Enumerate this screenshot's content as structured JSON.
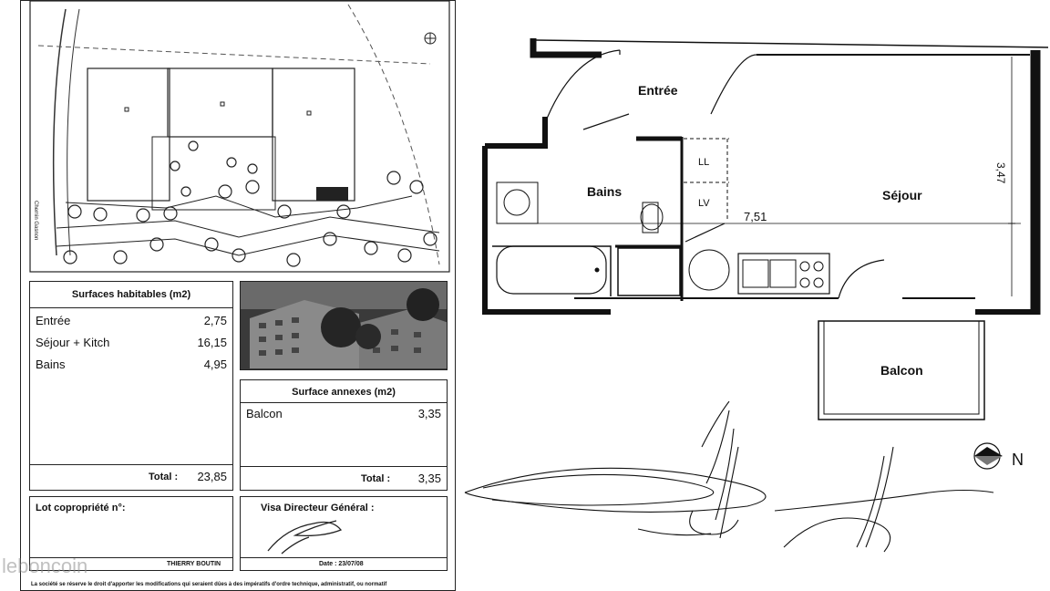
{
  "site_plan": {
    "road_label": "Chemin Gasnon"
  },
  "surfaces_habitables": {
    "title": "Surfaces habitables (m2)",
    "rows": [
      {
        "label": "Entrée",
        "value": "2,75"
      },
      {
        "label": "Séjour + Kitch",
        "value": "16,15"
      },
      {
        "label": "Bains",
        "value": "4,95"
      }
    ],
    "total_label": "Total :",
    "total_value": "23,85"
  },
  "surface_annexes": {
    "title": "Surface annexes (m2)",
    "rows": [
      {
        "label": "Balcon",
        "value": "3,35"
      }
    ],
    "total_label": "Total :",
    "total_value": "3,35"
  },
  "lot": {
    "label": "Lot copropriété n°:",
    "signer": "THIERRY BOUTIN"
  },
  "visa": {
    "label": "Visa Directeur Général :",
    "date": "Date : 23/07/08"
  },
  "footer_note": "La société se réserve le droit d'apporter les modifications qui seraient dûes à des impératifs d'ordre technique, administratif, ou normatif",
  "watermark": "leboncoin",
  "floor_plan": {
    "rooms": {
      "entree": "Entrée",
      "bains": "Bains",
      "sejour": "Séjour",
      "balcon": "Balcon",
      "ll": "LL",
      "lv": "LV"
    },
    "dimension_length": "7,51",
    "dimension_width": "3,47",
    "north": "N"
  }
}
